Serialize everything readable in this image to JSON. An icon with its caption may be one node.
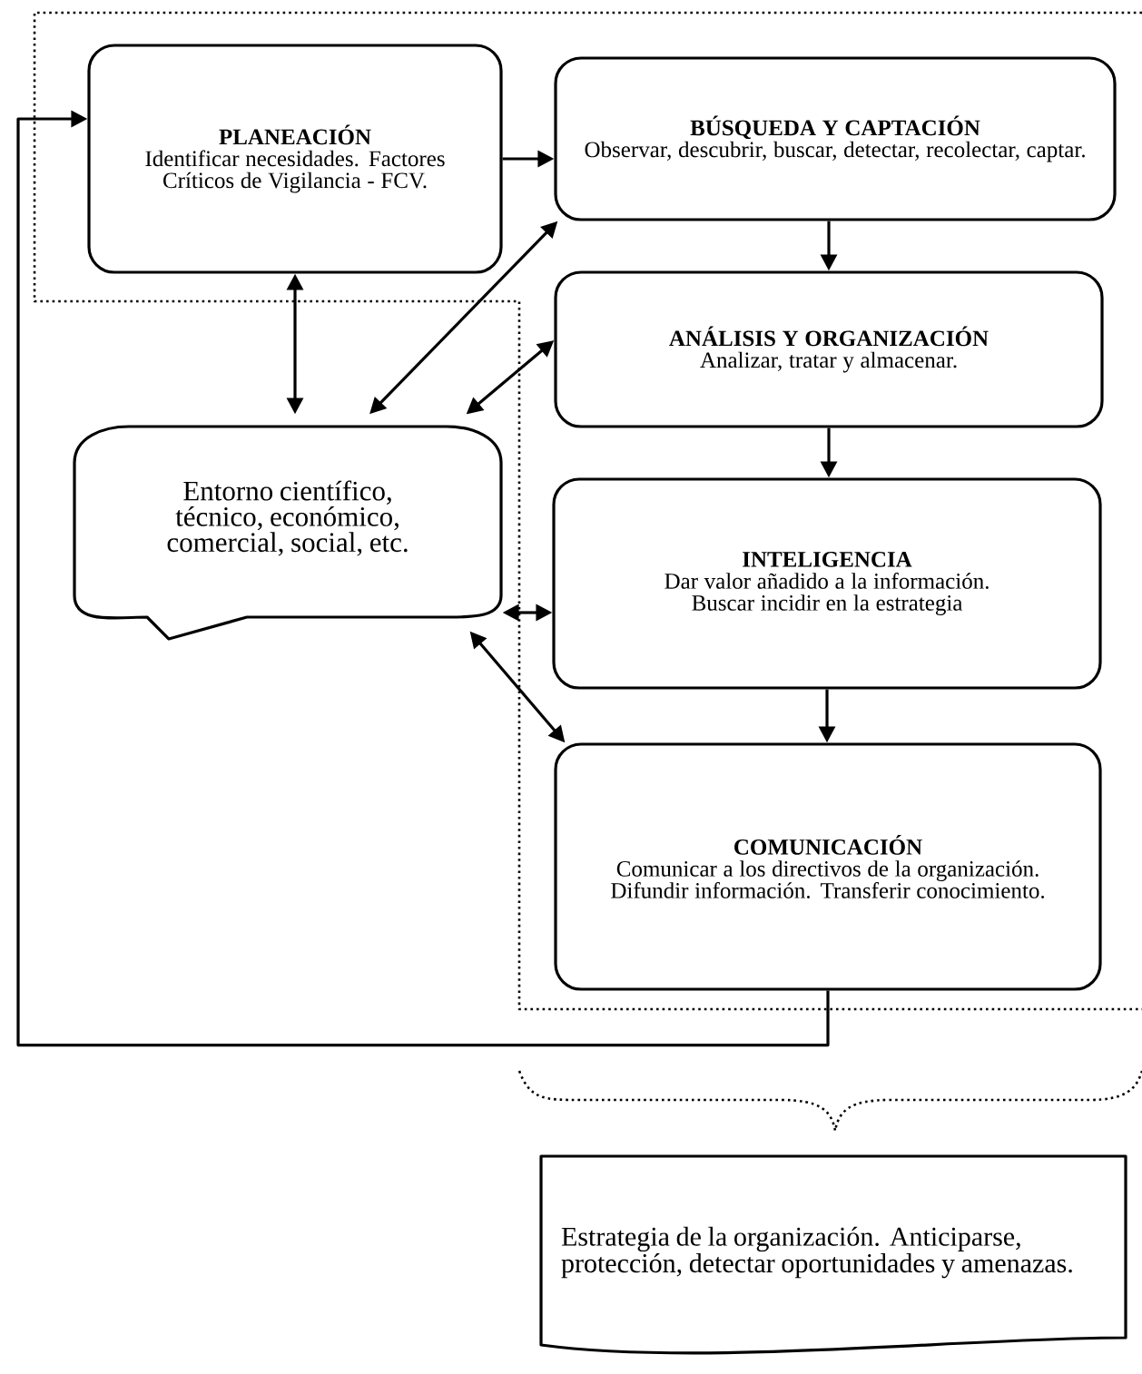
{
  "diagram": {
    "nodes": [
      {
        "text": [
          "PLANEACIÓN",
          "Identificar necesidades. Factores Críticos de Vigilancia - FCV."
        ]
      },
      {
        "text": [
          "BÚSQUEDA Y CAPTACIÓN",
          "Observar, descubrir, buscar, detectar, recolectar, captar."
        ]
      },
      {
        "text": [
          "ANÁLISIS Y ORGANIZACIÓN",
          "Analizar, tratar y almacenar."
        ]
      },
      {
        "text": [
          "INTELIGENCIA",
          "Dar valor añadido a la información. Buscar incidir en la estrategia"
        ]
      },
      {
        "text": [
          "COMUNICACIÓN",
          "Comunicar a los directivos de la organización. Difundir información. Transferir conocimiento."
        ]
      },
      {
        "text": [
          "Entorno científico, técnico, económico, comercial, social, etc."
        ]
      },
      {
        "text": [
          "Estrategia de la organización. Anticiparse, protección, detectar oportunidades y amenazas."
        ]
      }
    ],
    "edges": [
      {
        "from": 0,
        "to": 1,
        "arrow": "to"
      },
      {
        "from": 1,
        "to": 2,
        "arrow": "to"
      },
      {
        "from": 2,
        "to": 3,
        "arrow": "to"
      },
      {
        "from": 3,
        "to": 4,
        "arrow": "to"
      },
      {
        "from": 4,
        "to": 0,
        "arrow": "to"
      },
      {
        "from": 0,
        "to": 5,
        "arrow": "both"
      },
      {
        "from": 1,
        "to": 5,
        "arrow": "both"
      },
      {
        "from": 2,
        "to": 5,
        "arrow": "both"
      },
      {
        "from": 3,
        "to": 5,
        "arrow": "both"
      },
      {
        "from": 4,
        "to": 5,
        "arrow": "both"
      }
    ]
  }
}
